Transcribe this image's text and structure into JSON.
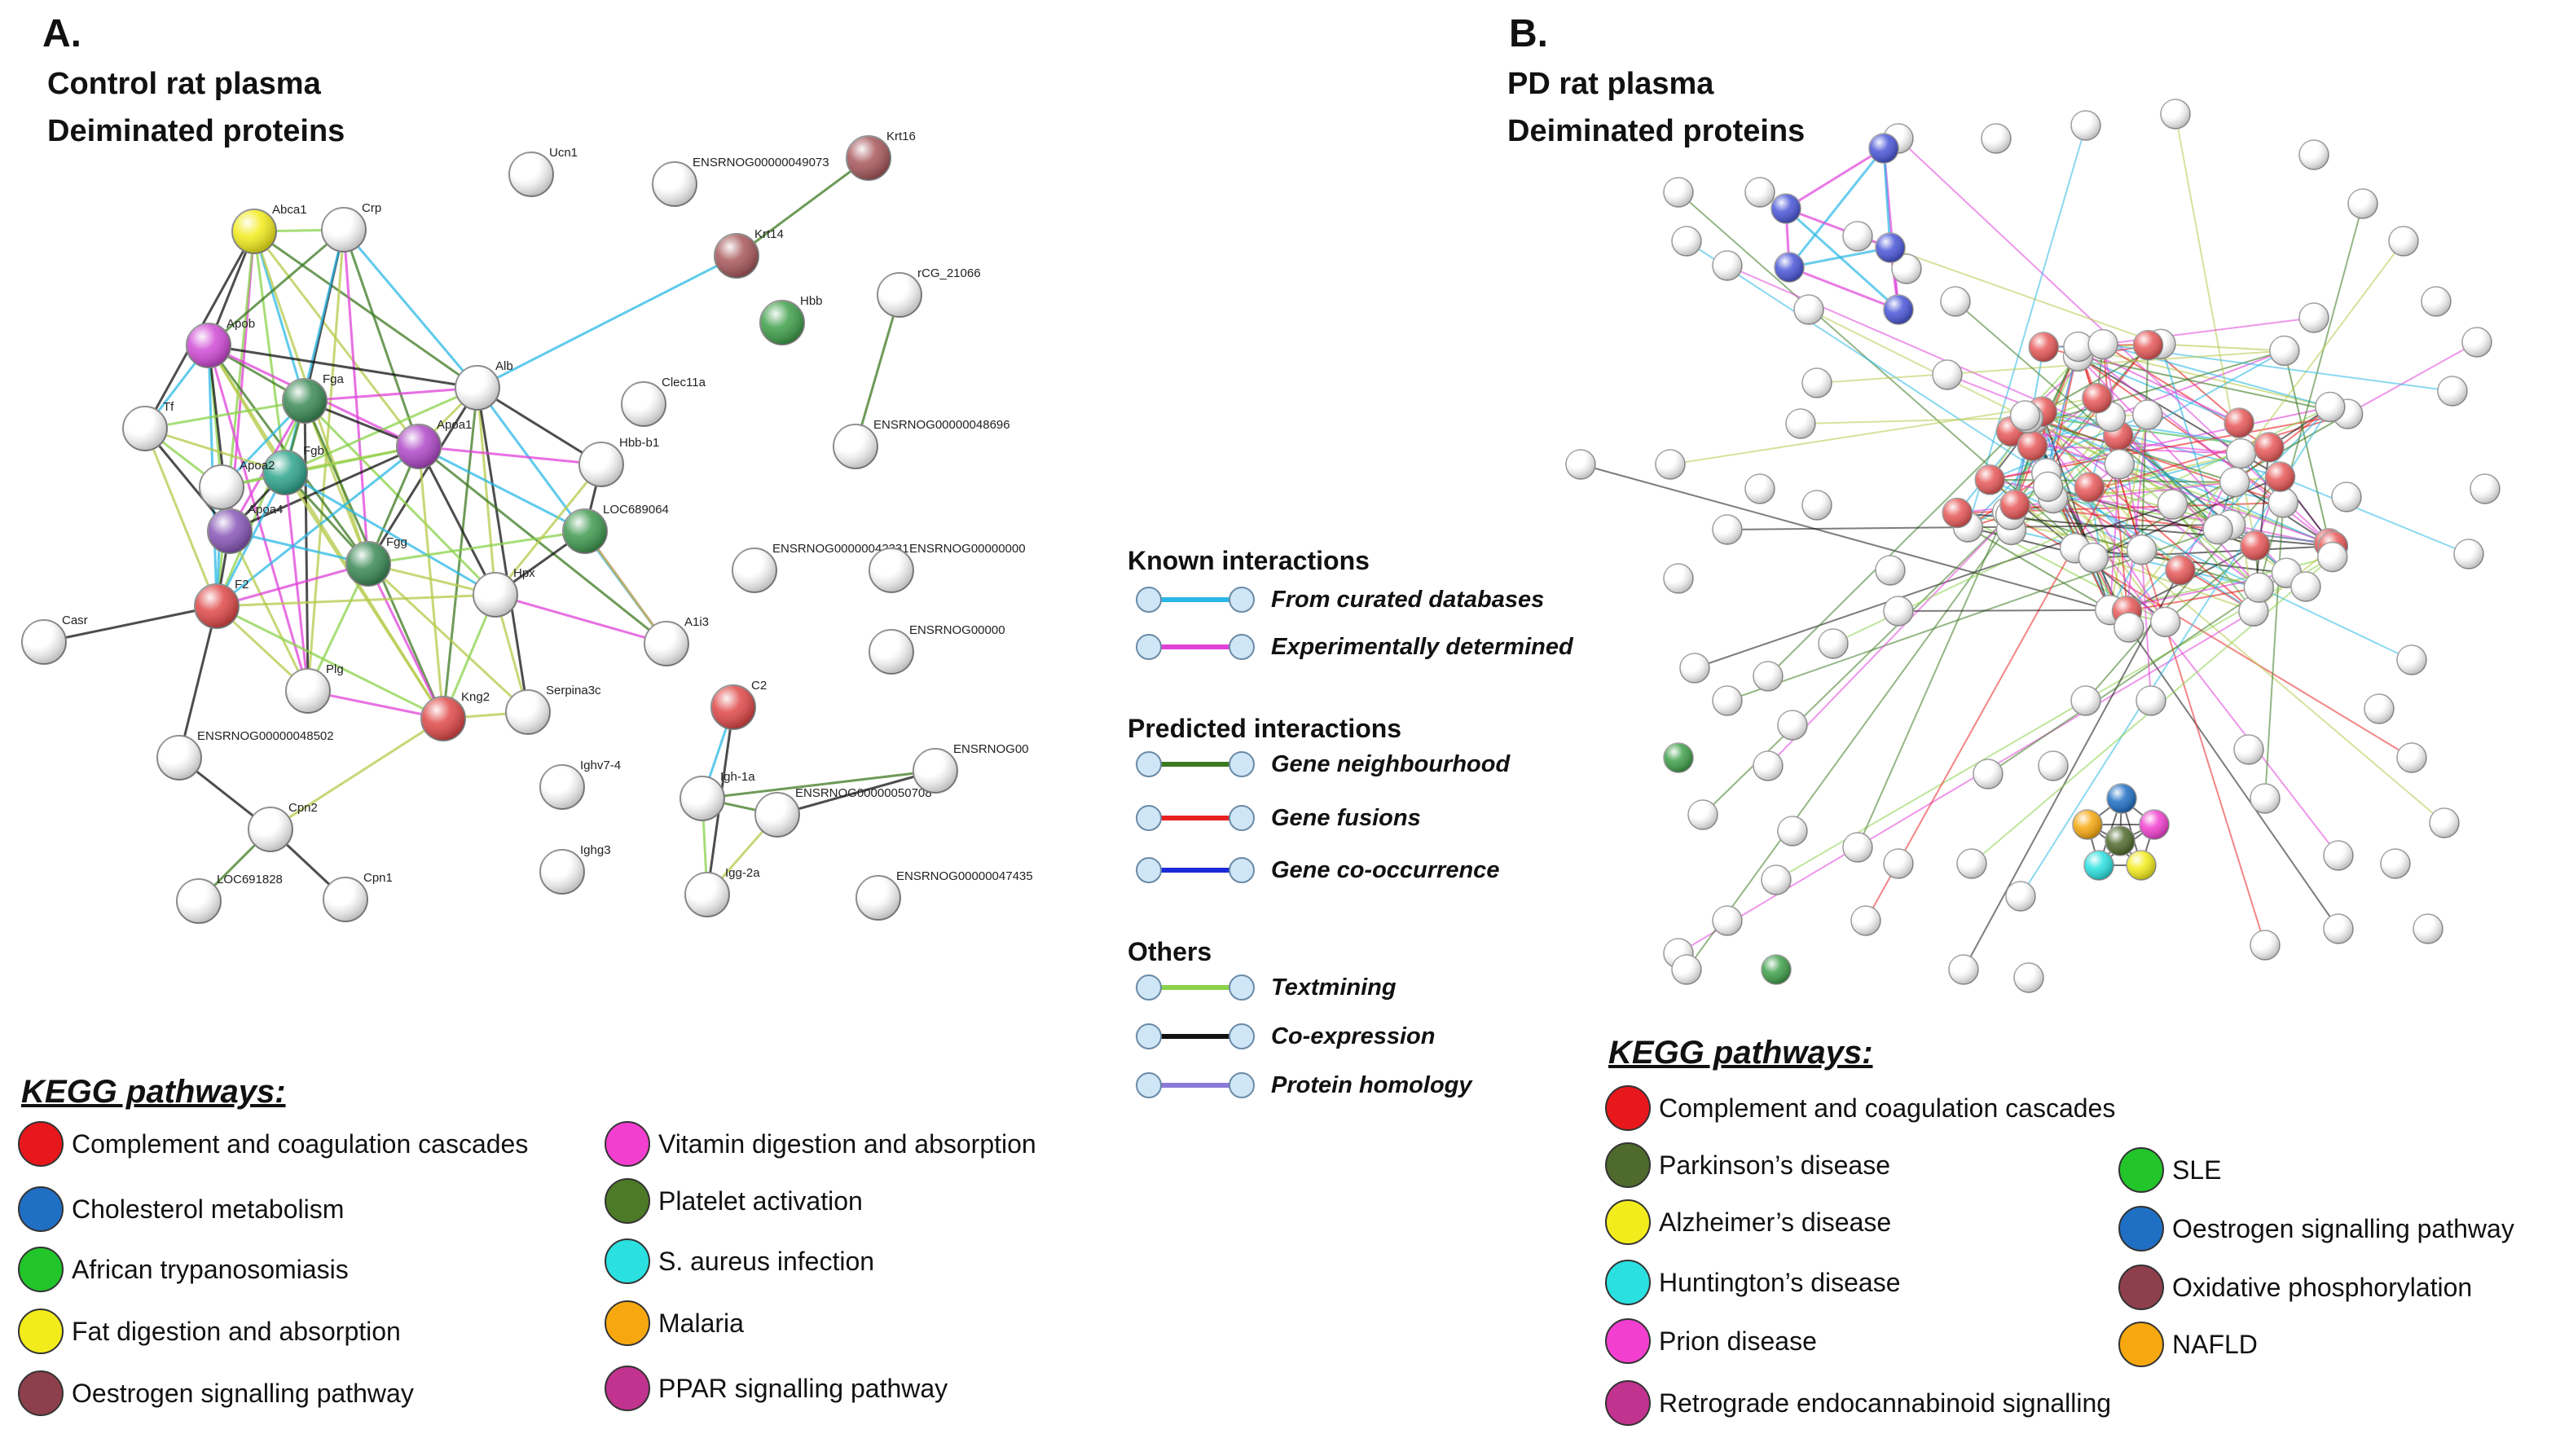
{
  "panel_a": {
    "letter": "A.",
    "title_line1": "Control rat plasma",
    "title_line2": "Deiminated proteins",
    "kegg": {
      "title": "KEGG pathways:",
      "col1": [
        {
          "label": "Complement and coagulation cascades",
          "color": "#e8171c"
        },
        {
          "label": "Cholesterol metabolism",
          "color": "#1f6fc4"
        },
        {
          "label": "African trypanosomiasis",
          "color": "#22c52a"
        },
        {
          "label": "Fat digestion and absorption",
          "color": "#f3ec1c"
        },
        {
          "label": "Oestrogen signalling pathway",
          "color": "#8e3f4c"
        }
      ],
      "col2": [
        {
          "label": "Vitamin digestion and absorption",
          "color": "#f23fd0"
        },
        {
          "label": "Platelet activation",
          "color": "#4c7a26"
        },
        {
          "label": "S. aureus infection",
          "color": "#2ae0e0"
        },
        {
          "label": "Malaria",
          "color": "#f7a80f"
        },
        {
          "label": "PPAR signalling pathway",
          "color": "#c2328f"
        }
      ]
    },
    "nodes": [
      {
        "label": "Ucn1",
        "color": "#ffffff"
      },
      {
        "label": "ENSRNOG00000049073",
        "color": "#ffffff"
      },
      {
        "label": "Krt16",
        "color": "#a8585c"
      },
      {
        "label": "Abca1",
        "color": "#f3ec1c"
      },
      {
        "label": "Crp",
        "color": "#ffffff"
      },
      {
        "label": "Krt14",
        "color": "#a8585c"
      },
      {
        "label": "Hbb",
        "color": "#3fa04a"
      },
      {
        "label": "rCG_21066",
        "color": "#ffffff"
      },
      {
        "label": "Apob",
        "color": "#d04ad6"
      },
      {
        "label": "Alb",
        "color": "#ffffff"
      },
      {
        "label": "Fga",
        "color": "#3b8a55"
      },
      {
        "label": "Tf",
        "color": "#ffffff"
      },
      {
        "label": "Clec11a",
        "color": "#ffffff"
      },
      {
        "label": "Apoa1",
        "color": "#b048c8"
      },
      {
        "label": "Hbb-b1",
        "color": "#ffffff"
      },
      {
        "label": "ENSRNOG00000048696",
        "color": "#ffffff"
      },
      {
        "label": "Fgb",
        "color": "#2ea58c"
      },
      {
        "label": "Apoa2",
        "color": "#ffffff"
      },
      {
        "label": "LOC689064",
        "color": "#3f9a50"
      },
      {
        "label": "Apoa4",
        "color": "#8856b8"
      },
      {
        "label": "Fgg",
        "color": "#3b8a55"
      },
      {
        "label": "ENSRNOG00000042331",
        "color": "#ffffff"
      },
      {
        "label": "ENSRNOG00000000",
        "color": "#ffffff"
      },
      {
        "label": "F2",
        "color": "#e04848"
      },
      {
        "label": "Hpx",
        "color": "#ffffff"
      },
      {
        "label": "Casr",
        "color": "#ffffff"
      },
      {
        "label": "A1i3",
        "color": "#ffffff"
      },
      {
        "label": "Plg",
        "color": "#ffffff"
      },
      {
        "label": "ENSRNOG00000",
        "color": "#ffffff"
      },
      {
        "label": "Serpina3c",
        "color": "#ffffff"
      },
      {
        "label": "Kng2",
        "color": "#e04848"
      },
      {
        "label": "C2",
        "color": "#e04848"
      },
      {
        "label": "ENSRNOG00000048502",
        "color": "#ffffff"
      },
      {
        "label": "Ighv7-4",
        "color": "#ffffff"
      },
      {
        "label": "Igh-1a",
        "color": "#ffffff"
      },
      {
        "label": "ENSRNOG00000050708",
        "color": "#ffffff"
      },
      {
        "label": "ENSRNOG00",
        "color": "#ffffff"
      },
      {
        "label": "Cpn2",
        "color": "#ffffff"
      },
      {
        "label": "Ighg3",
        "color": "#ffffff"
      },
      {
        "label": "Igg-2a",
        "color": "#ffffff"
      },
      {
        "label": "LOC691828",
        "color": "#ffffff"
      },
      {
        "label": "Cpn1",
        "color": "#ffffff"
      },
      {
        "label": "ENSRNOG00000047435",
        "color": "#ffffff"
      }
    ]
  },
  "panel_b": {
    "letter": "B.",
    "title_line1": "PD rat plasma",
    "title_line2": "Deiminated proteins",
    "kegg": {
      "title": "KEGG pathways:",
      "col1": [
        {
          "label": "Complement and coagulation cascades",
          "color": "#e8171c"
        },
        {
          "label": "Parkinson’s disease",
          "color": "#4e6a2c"
        },
        {
          "label": "Alzheimer’s disease",
          "color": "#f3ec1c"
        },
        {
          "label": "Huntington’s disease",
          "color": "#2ae0e0"
        },
        {
          "label": "Prion disease",
          "color": "#f23fd0"
        },
        {
          "label": "Retrograde endocannabinoid signalling",
          "color": "#c2328f"
        }
      ],
      "col2": [
        {
          "label": "SLE",
          "color": "#22c52a"
        },
        {
          "label": "Oestrogen signalling pathway",
          "color": "#1f6fc4"
        },
        {
          "label": "Oxidative phosphorylation",
          "color": "#8e3f4c"
        },
        {
          "label": "NAFLD",
          "color": "#f7a80f"
        }
      ]
    }
  },
  "legend": {
    "known": {
      "title": "Known interactions",
      "items": [
        {
          "label": "From curated databases",
          "color": "#2ab8e6"
        },
        {
          "label": "Experimentally determined",
          "color": "#e040d8"
        }
      ]
    },
    "predicted": {
      "title": "Predicted interactions",
      "items": [
        {
          "label": "Gene neighbourhood",
          "color": "#3c7a20"
        },
        {
          "label": "Gene fusions",
          "color": "#e82020"
        },
        {
          "label": "Gene co-occurrence",
          "color": "#1a2ad8"
        }
      ]
    },
    "others": {
      "title": "Others",
      "items": [
        {
          "label": "Textmining",
          "color": "#8ad24a"
        },
        {
          "label": "Co-expression",
          "color": "#111111"
        },
        {
          "label": "Protein homology",
          "color": "#8a7ad8"
        }
      ]
    }
  }
}
